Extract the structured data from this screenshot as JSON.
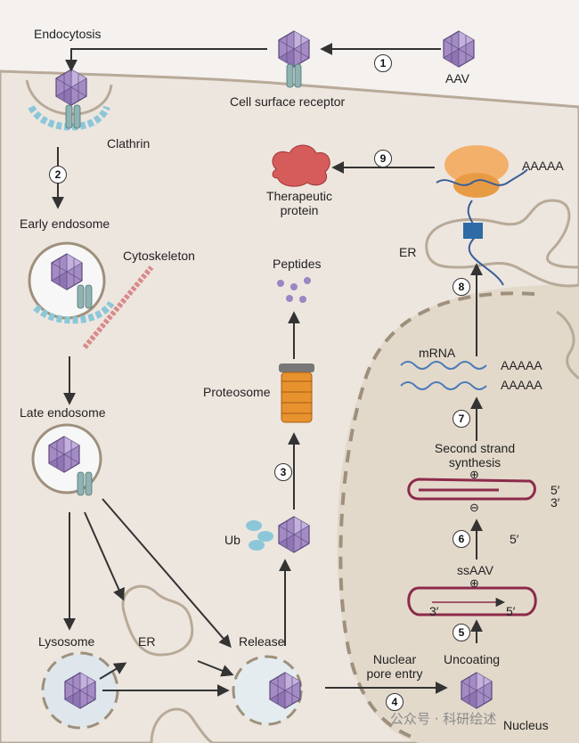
{
  "colors": {
    "cell_bg": "#ede6df",
    "outside_bg": "#f4f1ee",
    "nucleus_bg": "#e3d9cb",
    "capsid": "#a48bc4",
    "receptor": "#8fb3b3",
    "clathrin": "#8cc7d9",
    "cytoskeleton": "#d98a8a",
    "proteasome": "#e8922e",
    "ribosome": "#f2b06a",
    "protein": "#d65b5b",
    "dna": "#8c2b4a",
    "mrna": "#4c7bb8"
  },
  "labels": {
    "endocytosis": "Endocytosis",
    "aav": "AAV",
    "cell_surface_receptor": "Cell surface receptor",
    "clathrin": "Clathrin",
    "early_endosome": "Early endosome",
    "cytoskeleton": "Cytoskeleton",
    "late_endosome": "Late endosome",
    "lysosome": "Lysosome",
    "er_lower": "ER",
    "release": "Release",
    "ub": "Ub",
    "proteosome": "Proteosome",
    "peptides": "Peptides",
    "therapeutic_protein": "Therapeutic\nprotein",
    "polya_top": "AAAAA",
    "er_upper": "ER",
    "mrna": "mRNA",
    "polya_1": "AAAAA",
    "polya_2": "AAAAA",
    "second_strand": "Second strand\nsynthesis",
    "plus_top": "⊕",
    "minus": "⊖",
    "five_prime_a": "5′",
    "three_prime_a": "3′",
    "five_prime_b": "5′",
    "ssaav": "ssAAV",
    "plus_bottom": "⊕",
    "three_prime_b": "3′",
    "five_prime_c": "5′",
    "uncoating": "Uncoating",
    "nuclear_pore_entry": "Nuclear\npore entry",
    "nucleus": "Nucleus"
  },
  "steps": [
    "1",
    "2",
    "3",
    "4",
    "5",
    "6",
    "7",
    "8",
    "9"
  ],
  "watermark": "公众号 · 科研绘述",
  "icons": [
    "aav-capsid-icon",
    "receptor-icon",
    "ribosome-icon",
    "proteasome-icon",
    "protein-icon"
  ]
}
